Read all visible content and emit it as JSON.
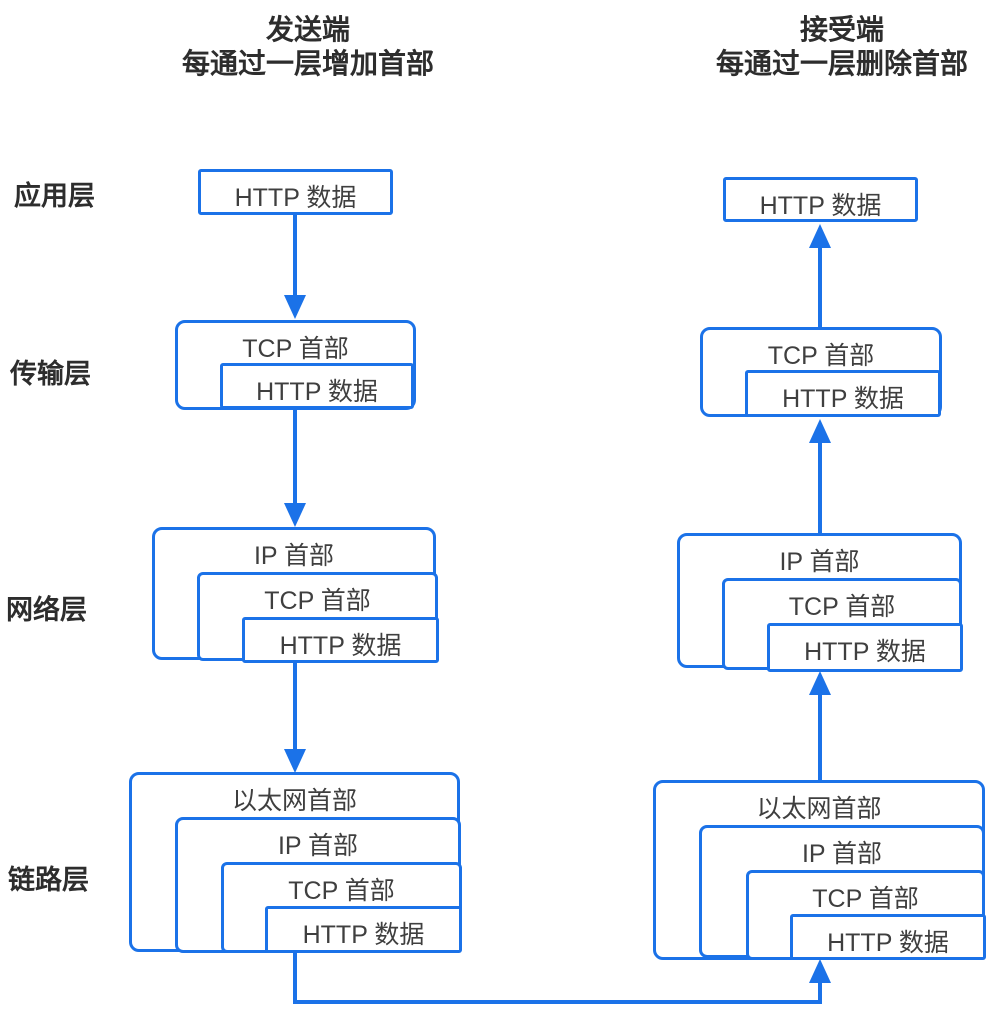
{
  "diagram": {
    "sender": {
      "title_line1": "发送端",
      "title_line2": "每通过一层增加首部",
      "layers": [
        {
          "label": "应用层",
          "boxes": [
            "HTTP 数据"
          ]
        },
        {
          "label": "传输层",
          "boxes": [
            "TCP 首部",
            "HTTP 数据"
          ]
        },
        {
          "label": "网络层",
          "boxes": [
            "IP 首部",
            "TCP 首部",
            "HTTP 数据"
          ]
        },
        {
          "label": "链路层",
          "boxes": [
            "以太网首部",
            "IP 首部",
            "TCP 首部",
            "HTTP 数据"
          ]
        }
      ]
    },
    "receiver": {
      "title_line1": "接受端",
      "title_line2": "每通过一层删除首部",
      "layers": [
        {
          "boxes": [
            "HTTP 数据"
          ]
        },
        {
          "boxes": [
            "TCP 首部",
            "HTTP 数据"
          ]
        },
        {
          "boxes": [
            "IP 首部",
            "TCP 首部",
            "HTTP 数据"
          ]
        },
        {
          "boxes": [
            "以太网首部",
            "IP 首部",
            "TCP 首部",
            "HTTP 数据"
          ]
        }
      ]
    },
    "colors": {
      "line_blue": "#1b72e8",
      "box_text": "#3f3f3f",
      "heading_text": "#2d2d2d",
      "background": "#ffffff"
    }
  }
}
